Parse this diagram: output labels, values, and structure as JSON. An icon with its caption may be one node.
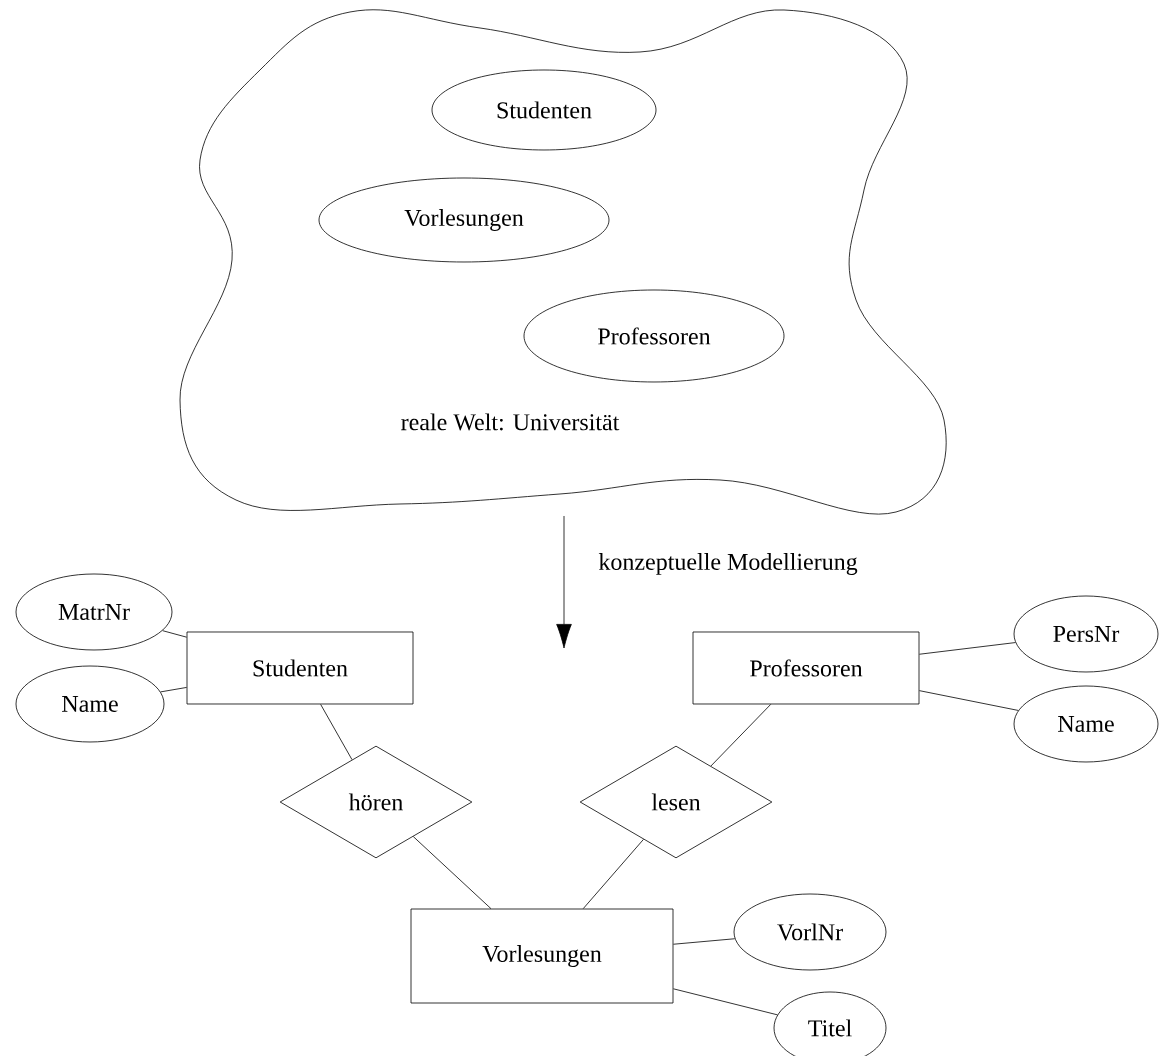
{
  "diagram": {
    "nodes": [
      {
        "text": [
          "reale Welt: Universität"
        ]
      },
      {
        "text": [
          "Studenten"
        ],
        "in": 0
      },
      {
        "text": [
          "Vorlesungen"
        ],
        "in": 0
      },
      {
        "text": [
          "Professoren"
        ],
        "in": 0
      },
      {
        "text": [
          "MatrNr"
        ]
      },
      {
        "text": [
          "Studenten"
        ]
      },
      {
        "text": [
          "Professoren"
        ]
      },
      {
        "text": [
          "PersNr"
        ]
      },
      {
        "text": [
          "Name"
        ]
      },
      {
        "text": [
          "Name"
        ]
      },
      {
        "text": [
          "hören"
        ]
      },
      {
        "text": [
          "lesen"
        ]
      },
      {
        "text": [
          "Vorlesungen"
        ]
      },
      {
        "text": [
          "VorlNr"
        ]
      },
      {
        "text": [
          "Titel"
        ]
      }
    ],
    "edges": [
      {
        "from": 0,
        "to": null,
        "arrow": "to",
        "label": "konzeptuelle Modellierung"
      },
      {
        "from": 4,
        "to": 5,
        "arrow": "none"
      },
      {
        "from": 8,
        "to": 5,
        "arrow": "none"
      },
      {
        "from": 6,
        "to": 7,
        "arrow": "none"
      },
      {
        "from": 6,
        "to": 9,
        "arrow": "none"
      },
      {
        "from": 5,
        "to": 10,
        "arrow": "none"
      },
      {
        "from": 10,
        "to": 12,
        "arrow": "none"
      },
      {
        "from": 6,
        "to": 11,
        "arrow": "none"
      },
      {
        "from": 11,
        "to": 12,
        "arrow": "none"
      },
      {
        "from": 12,
        "to": 13,
        "arrow": "none"
      },
      {
        "from": 12,
        "to": 14,
        "arrow": "none"
      }
    ]
  }
}
